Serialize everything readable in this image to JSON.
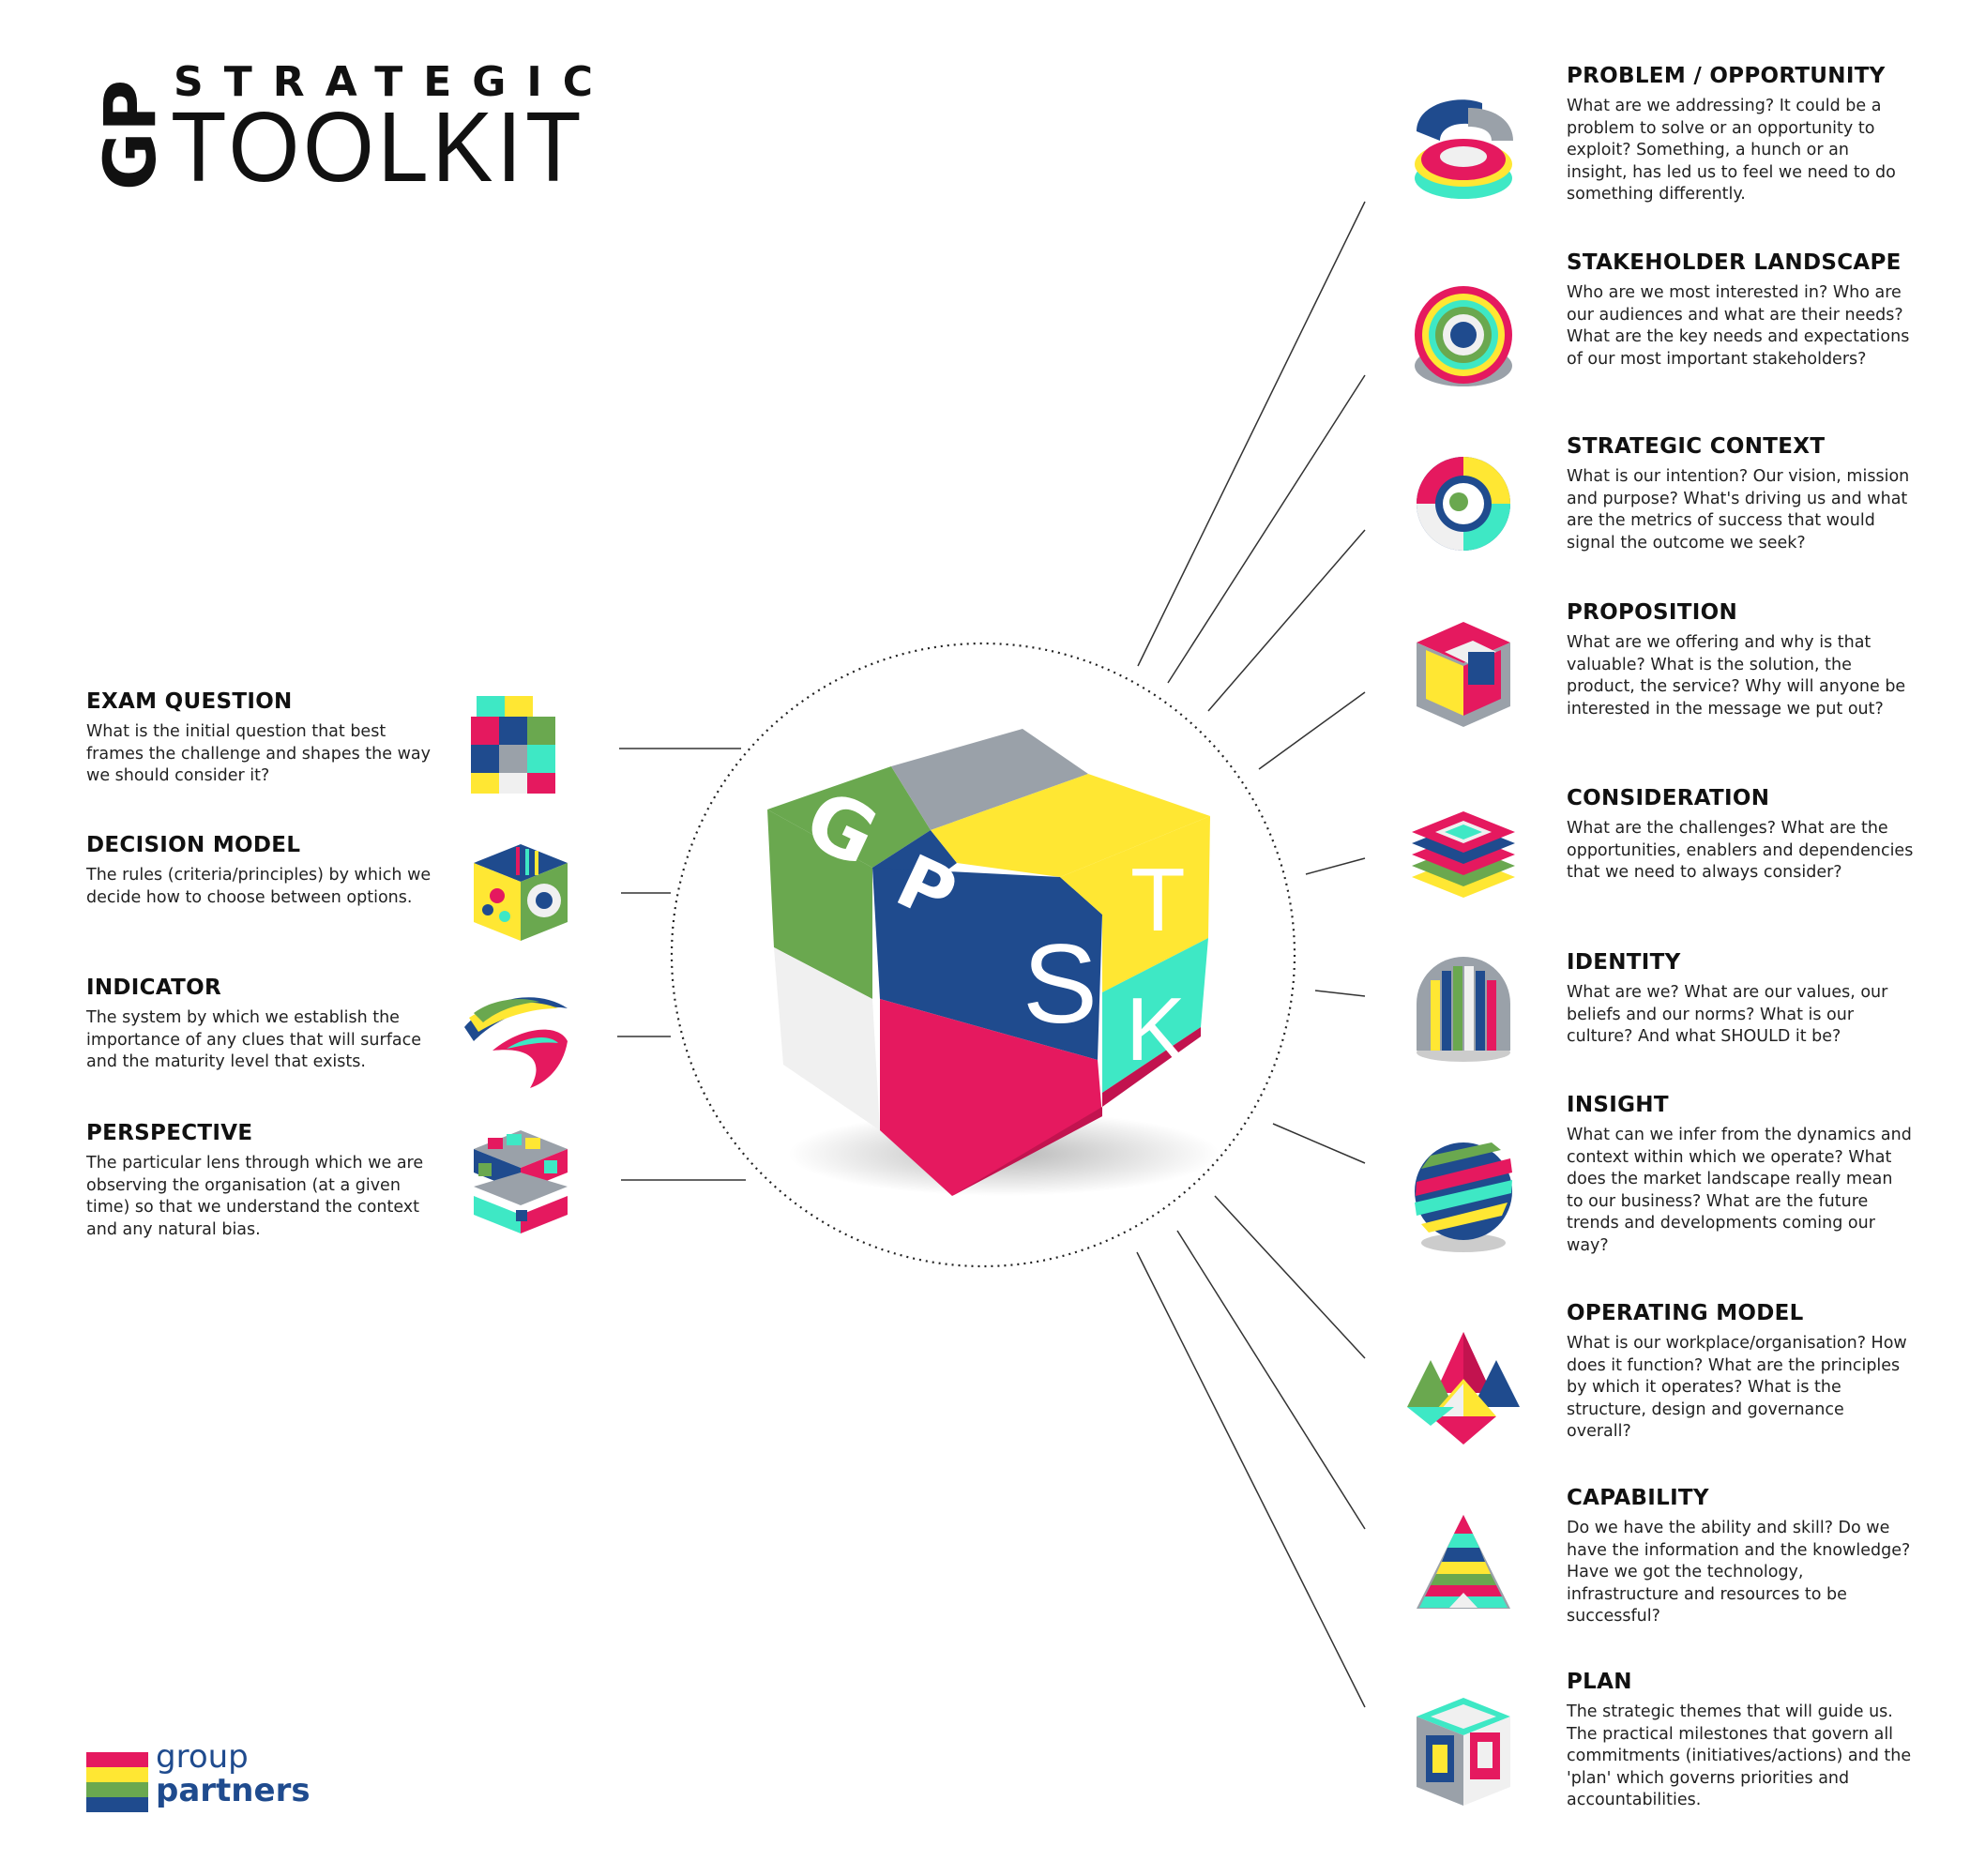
{
  "logo": {
    "gp": "GP",
    "strategic": "STRATEGIC",
    "toolkit": "TOOLKIT"
  },
  "cube": {
    "letters": [
      "G",
      "P",
      "S",
      "T",
      "K"
    ],
    "colors": {
      "green": "#6aa84f",
      "grey": "#9aa1a9",
      "yellow": "#ffe733",
      "blue": "#1f4b8e",
      "white": "#f2f2f2",
      "pink": "#e5195f",
      "teal": "#3ee8c5"
    }
  },
  "left_sections": [
    {
      "title": "EXAM QUESTION",
      "text": "What is the initial question that best frames the challenge and shapes the way we should consider it?",
      "icon": "cube-blocks-icon"
    },
    {
      "title": "DECISION MODEL",
      "text": "The rules (criteria/principles) by which we decide how to choose between options.",
      "icon": "decision-cube-icon"
    },
    {
      "title": "INDICATOR",
      "text": "The system by which we establish the importance of any clues that will surface and the maturity level that exists.",
      "icon": "swoosh-icon"
    },
    {
      "title": "PERSPECTIVE",
      "text": "The particular lens through which we are observing the organisation (at a given time) so that we understand the context and any natural bias.",
      "icon": "perspective-cube-icon"
    }
  ],
  "right_sections": [
    {
      "title": "PROBLEM / OPPORTUNITY",
      "text": "What are we addressing? It could be a problem to solve or an opportunity to exploit? Something, a hunch or an insight, has led us to feel we need to do something differently.",
      "icon": "stacked-rings-icon"
    },
    {
      "title": "STAKEHOLDER LANDSCAPE",
      "text": "Who are we most interested in? Who are our audiences and what are their needs? What are the key needs and expectations of our most important stakeholders?",
      "icon": "concentric-rings-icon"
    },
    {
      "title": "STRATEGIC CONTEXT",
      "text": "What is our intention? Our vision, mission and purpose? What's driving us and what are the metrics of success that would signal the outcome we seek?",
      "icon": "swirl-icon"
    },
    {
      "title": "PROPOSITION",
      "text": "What are we offering and why is that valuable? What is the solution, the product, the service? Why will anyone be interested in the message we put out?",
      "icon": "nested-cube-icon"
    },
    {
      "title": "CONSIDERATION",
      "text": "What are the challenges? What are the opportunities, enablers and dependencies that we need to always consider?",
      "icon": "layered-squares-icon"
    },
    {
      "title": "IDENTITY",
      "text": "What are we? What are our values, our beliefs and our norms? What is our culture? And what SHOULD it be?",
      "icon": "striped-arch-icon"
    },
    {
      "title": "INSIGHT",
      "text": "What can we infer from the dynamics and context within which we operate? What does the market landscape really mean to our business? What are the future trends and developments coming our way?",
      "icon": "striped-sphere-icon"
    },
    {
      "title": "OPERATING MODEL",
      "text": "What is our workplace/organisation? How does it function? What are the principles by which it operates? What is the structure, design and governance overall?",
      "icon": "pyramids-icon"
    },
    {
      "title": "CAPABILITY",
      "text": "Do we have the ability and skill? Do we have the information and the knowledge? Have we got the technology, infrastructure and resources to be successful?",
      "icon": "layered-pyramid-icon"
    },
    {
      "title": "PLAN",
      "text": "The strategic themes that will guide us. The practical milestones that govern all commitments (initiatives/actions) and the 'plan' which governs priorities and accountabilities.",
      "icon": "frame-cube-icon"
    }
  ],
  "brand": {
    "group": "group",
    "partners": "partners",
    "stripe_colors": [
      "#e5195f",
      "#ffe733",
      "#6aa84f",
      "#1f4b8e"
    ]
  }
}
